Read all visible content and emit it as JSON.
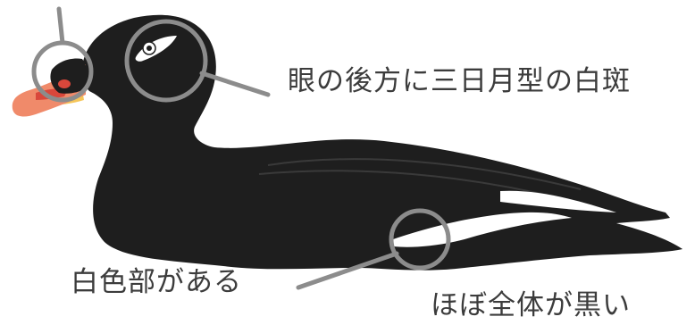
{
  "labels": {
    "eye_patch": "眼の後方に三日月型の白斑",
    "flank_patch": "白色部がある",
    "body": "ほぼ全体が黒い"
  },
  "colors": {
    "body": "#1e1e1e",
    "white_patch": "#ffffff",
    "bill_orange": "#f08a6a",
    "bill_yellow": "#f5c65a",
    "bill_red": "#d9473b",
    "callout_gray": "#8c8c8c",
    "text": "#3c3c3c"
  }
}
